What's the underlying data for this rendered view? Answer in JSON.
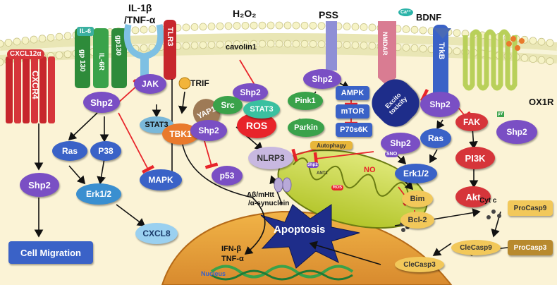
{
  "colors": {
    "cytoplasm": "#fbf3d6",
    "membrane_head": "#f6f3c6",
    "shp2": "#7a4fc4",
    "ros": "#e8242a",
    "nucleus": "#e9a43d",
    "apoptosis": "#1e2d8a",
    "mitochondria": "#c6d63f"
  },
  "membrane_labels": {
    "cxcl12a": "CXCL12α",
    "cxcr4": "CXCR4",
    "il6": "IL-6",
    "gp130_left": "gp 130",
    "il6r": "IL-6R",
    "gp130_right": "gp130",
    "il1b": "IL-1β",
    "tnfa_receptor": "/TNF-α",
    "tlr3": "TLR3",
    "trif": "TRIF",
    "h2o2": "H₂O₂",
    "cavolin1": "cavolin1",
    "pss": "PSS",
    "nmdar": "NMDAR",
    "ca": "Ca²⁺",
    "bdnf": "BDNF",
    "trkb": "TrkB",
    "ox1r": "OX1R"
  },
  "nodes": {
    "shp2_left": "Shp2",
    "jak": "JAK",
    "stat3_left": "STAT3",
    "ras_left": "Ras",
    "p38": "P38",
    "erk_left": "Erk1/2",
    "mapk": "MAPK",
    "cxcl8": "CXCL8",
    "shp2_migration": "Shp2",
    "cell_migration": "Cell Migration",
    "tbk1": "TBK1",
    "yap1": "YAP1",
    "shp2_yap": "Shp2",
    "p53": "p53",
    "ros": "ROS",
    "nlrp3": "NLRP3",
    "abeta": "Aβ/mHtt",
    "asyn": "/α-synuclein",
    "shp2_cav": "Shp2",
    "src": "Src",
    "stat3_cav": "STAT3",
    "shp2_pss": "Shp2",
    "pink1": "Pink1",
    "parkin": "Parkin",
    "ampk": "AMPK",
    "mtor": "mTOR",
    "p70s6k": "P70s6K",
    "autophagy": "Autophagy",
    "excito": "Excito toxicity",
    "shp2_sno": "Shp2",
    "sno": "SNO",
    "no": "NO",
    "erk_mid": "Erk1/2",
    "bim": "Bim",
    "bcl2": "Bcl-2",
    "shp2_trkb": "Shp2",
    "ras_right": "Ras",
    "fak": "FAK",
    "pi3k": "PI3K",
    "akt": "Akt",
    "shp2_ox1r": "Shp2",
    "procasp9": "ProCasp9",
    "cytc": "Cyt c",
    "clecasp9": "CleCasp9",
    "procasp3": "ProCasp3",
    "clecasp3": "CleCasp3",
    "cxcr4_label": "CXCR4",
    "apoptosis": "Apoptosis",
    "ifnb": "IFN-β",
    "tnfa_gene": "TNF-α",
    "nucleus": "Nucleus",
    "py": "pY",
    "shp_small": "Shp2",
    "ant1": "ANT1",
    "ros_small": "ROS"
  }
}
